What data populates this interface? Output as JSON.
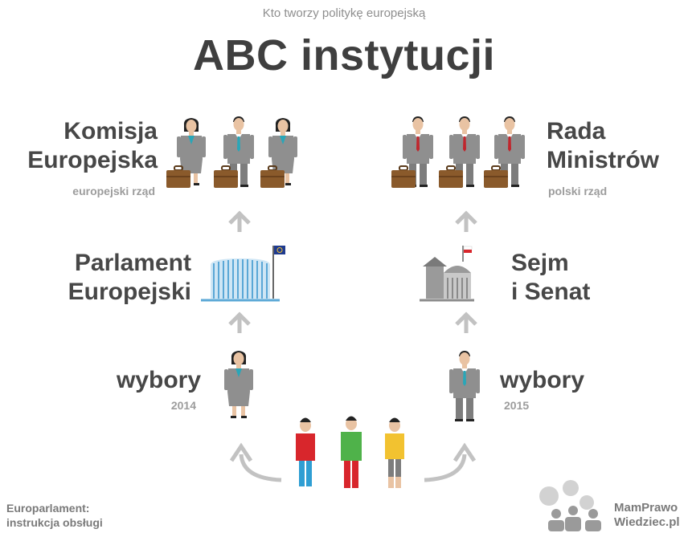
{
  "header": {
    "subtitle": "Kto tworzy politykę europejską",
    "title": "ABC instytucji"
  },
  "eu_side": {
    "commission_line1": "Komisja",
    "commission_line2": "Europejska",
    "commission_note": "europejski rząd",
    "parliament_line1": "Parlament",
    "parliament_line2": "Europejski",
    "elections_label": "wybory",
    "elections_year": "2014"
  },
  "pl_side": {
    "council_line1": "Rada",
    "council_line2": "Ministrów",
    "council_note": "polski rząd",
    "sejm_line1": "Sejm",
    "sejm_line2": "i Senat",
    "elections_label": "wybory",
    "elections_year": "2015"
  },
  "footer": {
    "left_line1": "Europarlament:",
    "left_line2": "instrukcja obsługi",
    "right_line1": "MamPrawo",
    "right_line2": "Wiedziec.pl"
  },
  "colors": {
    "suit": "#8f8f8f",
    "briefcase": "#8a5a2b",
    "arrow": "#c2c2c2",
    "eu_building": "#5aa7d6",
    "tie_eu": "#2aa6b8",
    "tie_pl": "#c0262d",
    "citizen_red": "#d8262c",
    "citizen_green": "#4fb24a",
    "citizen_yellow": "#f2c230",
    "jeans": "#2f9ed3",
    "logo_grey": "#c8c8c8"
  }
}
